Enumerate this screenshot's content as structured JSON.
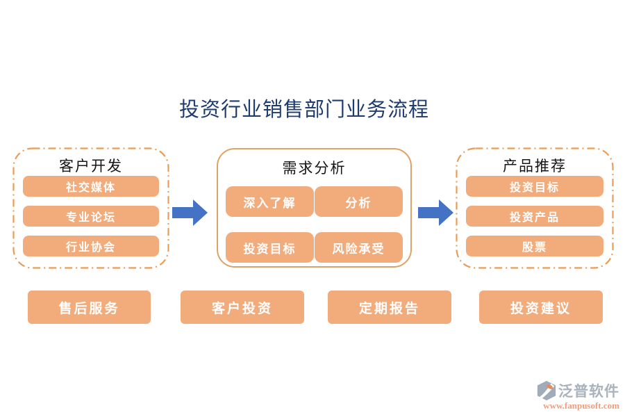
{
  "title": "投资行业销售部门业务流程",
  "stages": [
    {
      "title": "客户开发",
      "border_style": "dash-dot",
      "items": [
        "社交媒体",
        "专业论坛",
        "行业协会"
      ]
    },
    {
      "title": "需求分析",
      "border_style": "solid",
      "items": [
        "深入了解",
        "分析",
        "投资目标",
        "风险承受"
      ]
    },
    {
      "title": "产品推荐",
      "border_style": "dash-dot",
      "items": [
        "投资目标",
        "投资产品",
        "股票"
      ]
    }
  ],
  "arrows": [
    {
      "from": "客户开发",
      "to": "需求分析"
    },
    {
      "from": "需求分析",
      "to": "产品推荐"
    }
  ],
  "bottom_row": [
    "售后服务",
    "客户投资",
    "定期报告",
    "投资建议"
  ],
  "watermark": {
    "brand": "泛普软件",
    "url": "www.fanpusoft.com"
  },
  "colors": {
    "node_fill": "#F2AC7C",
    "box_border_dashed": "#E89C55",
    "box_border_solid": "#DDA267",
    "arrow": "#4472C4",
    "title_text": "#1E3C6F",
    "node_text": "#FFFFFF",
    "watermark_brand": "#A9B3BE",
    "watermark_url": "#EC9F7C"
  }
}
